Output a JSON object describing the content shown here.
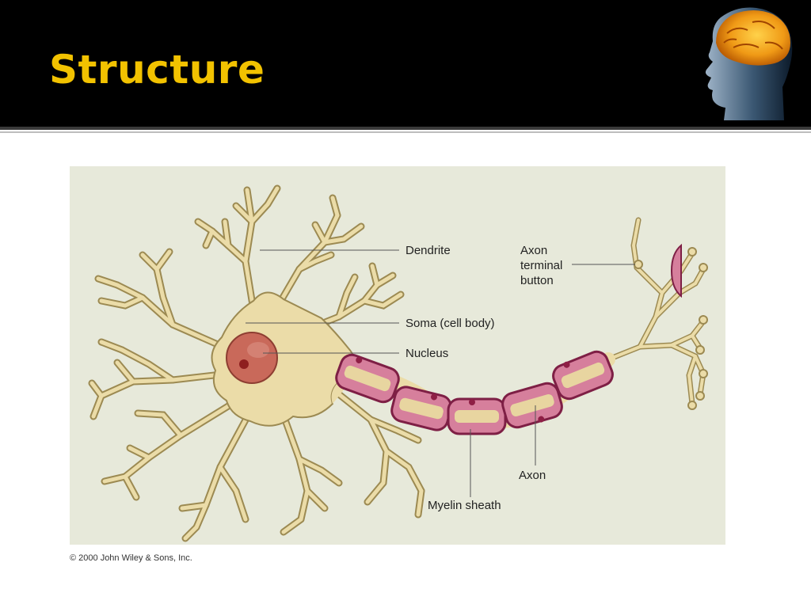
{
  "slide": {
    "title": "Structure",
    "logo_icon": "human-head-brain-icon"
  },
  "diagram": {
    "labels": {
      "dendrite": "Dendrite",
      "axon_terminal": [
        "Axon",
        "terminal",
        "button"
      ],
      "soma": "Soma (cell body)",
      "nucleus": "Nucleus",
      "axon": "Axon",
      "myelin_sheath": "Myelin sheath"
    },
    "colors": {
      "panel": "#e7e9da",
      "cell": "#ebdca8",
      "cell_outline": "#9c8a52",
      "nucleus": "#c9695a",
      "nucleolus": "#8e1f1f",
      "myelin": "#d67f9c",
      "myelin_outline": "#7e1f45",
      "title": "#f2c200"
    }
  },
  "footer": {
    "copyright": "© 2000 John Wiley & Sons, Inc."
  }
}
